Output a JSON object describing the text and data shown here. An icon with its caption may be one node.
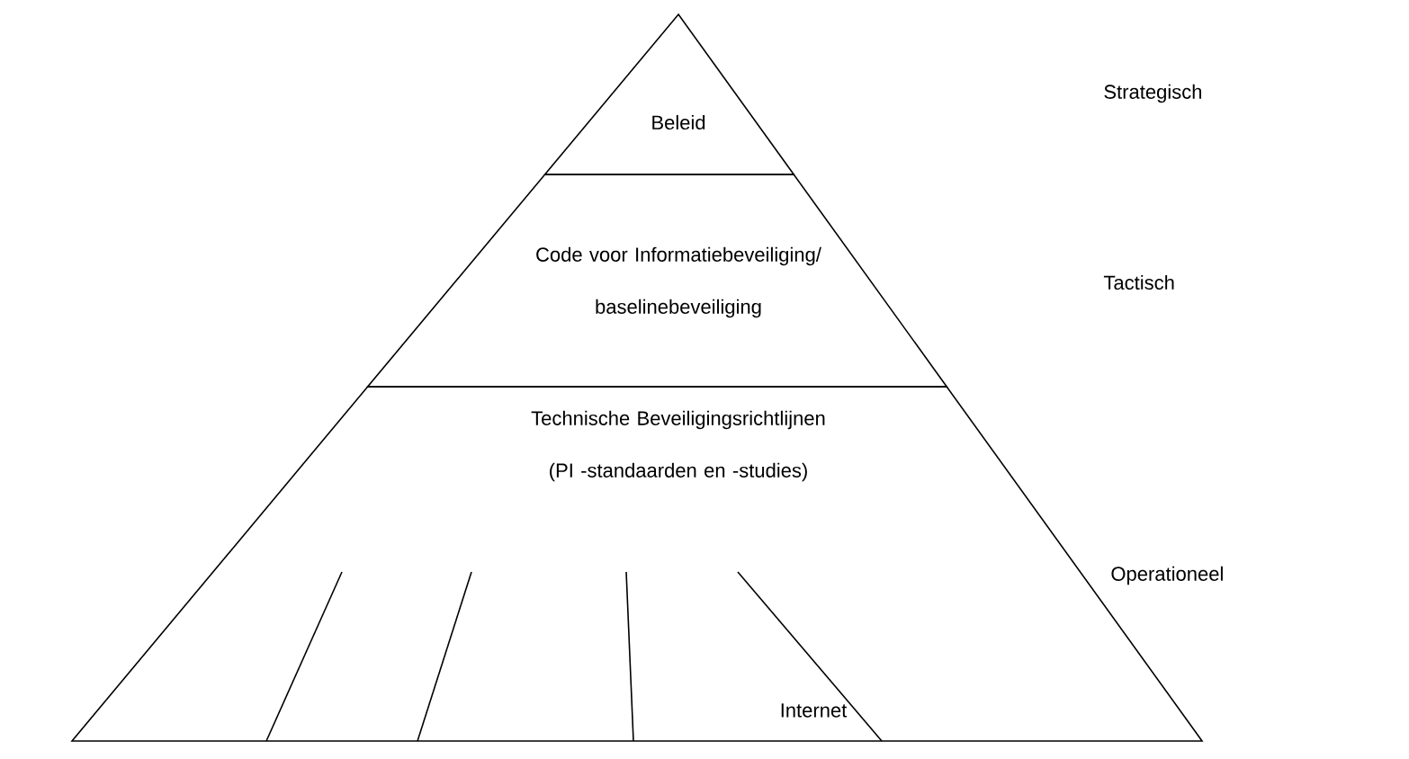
{
  "diagram": {
    "nodes": [
      {
        "text": [
          "Beleid"
        ]
      },
      {
        "text": [
          "Code voor Informatiebeveiliging/ baselinebeveiliging"
        ]
      },
      {
        "text": [
          "Technische Beveiligingsrichtlijnen (PI -standaarden en -studies)"
        ]
      }
    ],
    "labels": [
      "Strategisch",
      "Tactisch",
      "Operationeel",
      "Internet"
    ]
  }
}
